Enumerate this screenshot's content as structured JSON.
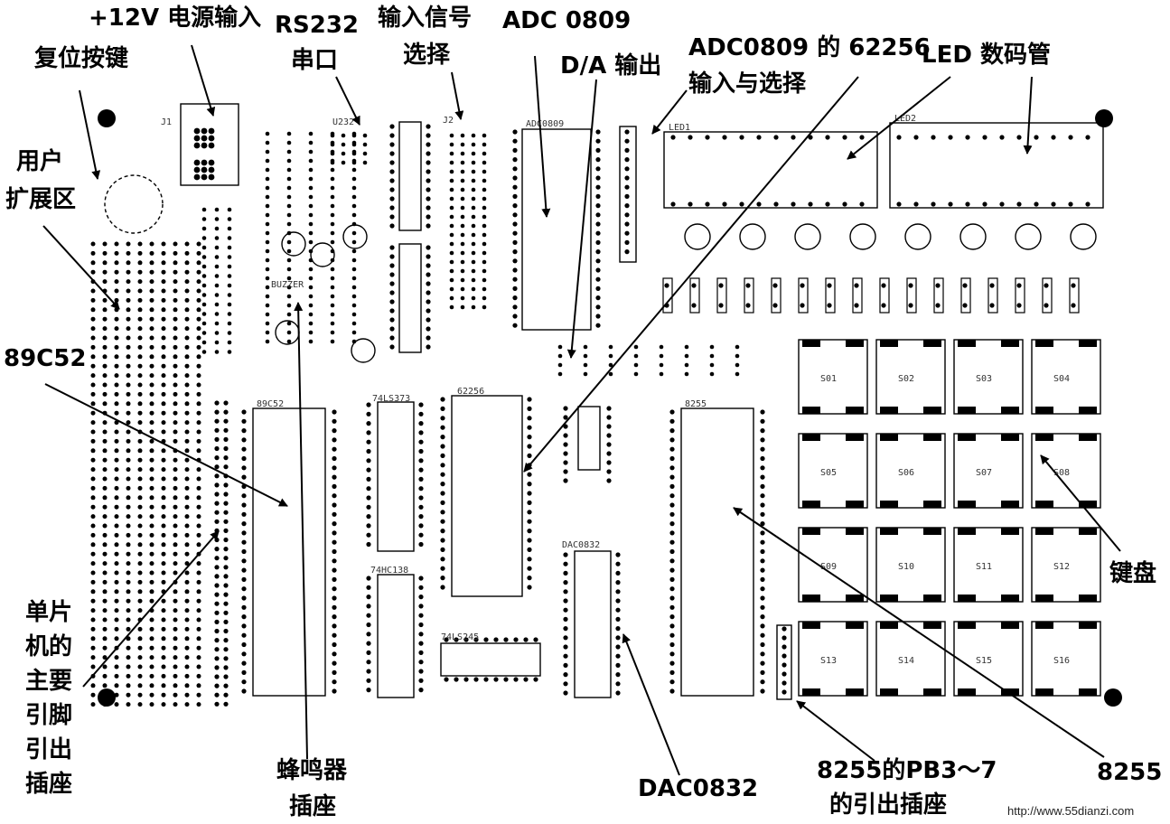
{
  "labels": {
    "power_input": "+12V 电源输入",
    "rs232": "RS232",
    "rs232_port": "串口",
    "input_signal": "输入信号",
    "input_signal_select": "选择",
    "adc0809": "ADC 0809",
    "da_output": "D/A 输出",
    "adc0809_62256": "ADC0809 的 62256",
    "input_select": "输入与选择",
    "led": "LED 数码管",
    "reset_key": "复位按键",
    "user_ext_1": "用户",
    "user_ext_2": "扩展区",
    "c89c52": "89C52",
    "mcu_pins": [
      "单片",
      "机的",
      "主要",
      "引脚",
      "引出",
      "插座"
    ],
    "buzzer_1": "蜂鸣器",
    "buzzer_2": "插座",
    "dac0832": "DAC0832",
    "pb_1": "8255的PB3～7",
    "pb_2": "的引出插座",
    "c8255": "8255",
    "keyboard": "键盘",
    "watermark": "http://www.55dianzi.com"
  },
  "silk": {
    "j1": "J1",
    "u_rs": "U232",
    "j2": "J2",
    "u_adc": "ADC0809",
    "u_8255": "8255",
    "u_89": "89C52",
    "u_62256": "62256",
    "u_dac": "DAC0832",
    "u_373": "74LS373",
    "u_138": "74HC138",
    "u_245": "74LS245",
    "buzzer": "BUZZER",
    "led1": "LED1",
    "led2": "LED2",
    "keys": [
      "S01",
      "S02",
      "S03",
      "S04",
      "S05",
      "S06",
      "S07",
      "S08",
      "S09",
      "S10",
      "S11",
      "S12",
      "S13",
      "S14",
      "S15",
      "S16"
    ]
  },
  "colors": {
    "ink": "#000000",
    "silk": "#333333",
    "paper": "#ffffff"
  }
}
